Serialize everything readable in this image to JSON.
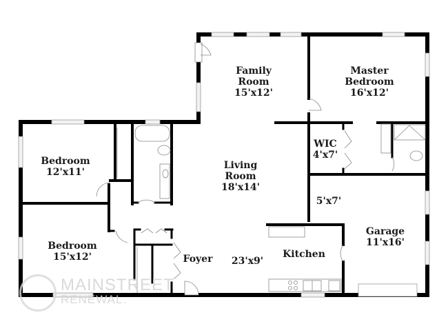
{
  "plan": {
    "rooms": [
      {
        "id": "family-room",
        "name_line1": "Family",
        "name_line2": "Room",
        "dims": "15'x12'"
      },
      {
        "id": "master-bedroom",
        "name_line1": "Master",
        "name_line2": "Bedroom",
        "dims": "16'x12'"
      },
      {
        "id": "bedroom-1",
        "name_line1": "Bedroom",
        "dims": "12'x11'"
      },
      {
        "id": "living-room",
        "name_line1": "Living",
        "name_line2": "Room",
        "dims": "18'x14'"
      },
      {
        "id": "wic",
        "name_line1": "WIC",
        "dims": "4'x7'"
      },
      {
        "id": "laundry",
        "dims": "5'x7'"
      },
      {
        "id": "bedroom-2",
        "name_line1": "Bedroom",
        "dims": "15'x12'"
      },
      {
        "id": "foyer",
        "name_line1": "Foyer"
      },
      {
        "id": "dining",
        "dims": "23'x9'"
      },
      {
        "id": "kitchen",
        "name_line1": "Kitchen"
      },
      {
        "id": "garage",
        "name_line1": "Garage",
        "dims": "11'x16'"
      }
    ]
  },
  "watermark": {
    "line1": "MAINSTREET",
    "line2": "RENEWAL."
  },
  "colors": {
    "wall": "#000000",
    "window": "#e0e0e0",
    "fixture": "#888888",
    "text": "#1a1a1a"
  }
}
